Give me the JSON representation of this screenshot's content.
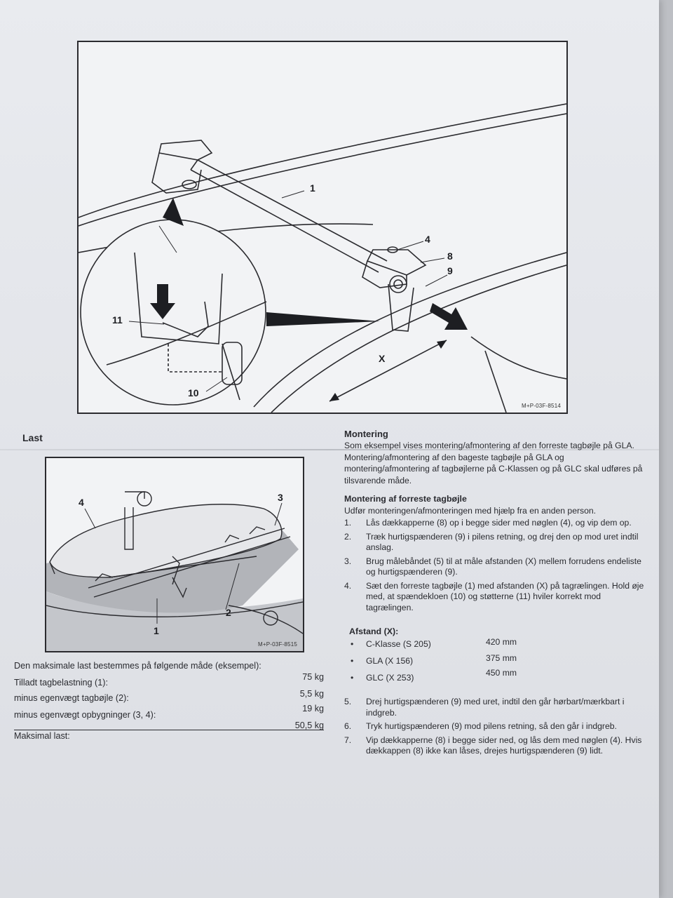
{
  "top_figure": {
    "code": "M+P-03F-8514",
    "callouts": {
      "c1": "1",
      "c4": "4",
      "c8": "8",
      "c9": "9",
      "c11": "11",
      "c10": "10",
      "cx": "X"
    }
  },
  "load_section": {
    "heading": "Last",
    "figure": {
      "code": "M+P-03F-8515",
      "callouts": {
        "c4": "4",
        "c3": "3",
        "c2": "2",
        "c1": "1"
      }
    },
    "intro": "Den maksimale last bestemmes på følgende måde (eksempel):",
    "rows": [
      {
        "label": "Tilladt tagbelastning (1):",
        "value": "75 kg"
      },
      {
        "label": "minus egenvægt tagbøjle (2):",
        "value": "5,5 kg"
      },
      {
        "label": "minus egenvægt opbygninger (3, 4):",
        "value": "19 kg"
      }
    ],
    "total": {
      "label": "Maksimal last:",
      "value": "50,5 kg"
    }
  },
  "mounting": {
    "heading": "Montering",
    "intro": "Som eksempel vises montering/afmontering af den forreste tagbøjle på GLA. Montering/afmontering af den bageste tagbøjle på GLA og montering/afmontering af tagbøjlerne på C-Klassen og på GLC skal udføres på tilsvarende måde.",
    "subheading": "Montering af forreste tagbøjle",
    "sub_intro": "Udfør monteringen/afmonteringen med hjælp fra en anden person.",
    "steps_a": [
      {
        "num": "1.",
        "text": "Lås dækkapperne (8) op i begge sider med nøglen (4), og vip dem op."
      },
      {
        "num": "2.",
        "text": "Træk hurtigspænderen (9) i pilens retning, og drej den op mod uret indtil anslag."
      },
      {
        "num": "3.",
        "text": "Brug målebåndet (5) til at måle afstanden (X) mellem forrudens endeliste og hurtigspænderen (9)."
      },
      {
        "num": "4.",
        "text": "Sæt den forreste tagbøjle (1) med afstanden (X) på tagrælingen. Hold øje med, at spændekloen (10) og støtterne (11) hviler korrekt mod tagrælingen."
      }
    ],
    "distance_heading": "Afstand (X):",
    "distances": [
      {
        "bullet": "•",
        "model": "C-Klasse (S 205)",
        "value": "420 mm"
      },
      {
        "bullet": "•",
        "model": "GLA (X 156)",
        "value": "375 mm"
      },
      {
        "bullet": "•",
        "model": "GLC (X 253)",
        "value": "450 mm"
      }
    ],
    "steps_b": [
      {
        "num": "5.",
        "text": "Drej hurtigspænderen (9) med uret, indtil den går hørbart/mærkbart i indgreb."
      },
      {
        "num": "6.",
        "text": "Tryk hurtigspænderen (9) mod pilens retning, så den går i indgreb."
      },
      {
        "num": "7.",
        "text": "Vip dækkapperne (8) i begge sider ned, og lås dem med nøglen (4). Hvis dækkappen (8) ikke kan låses, drejes hurtigspænderen (9) lidt."
      }
    ]
  }
}
